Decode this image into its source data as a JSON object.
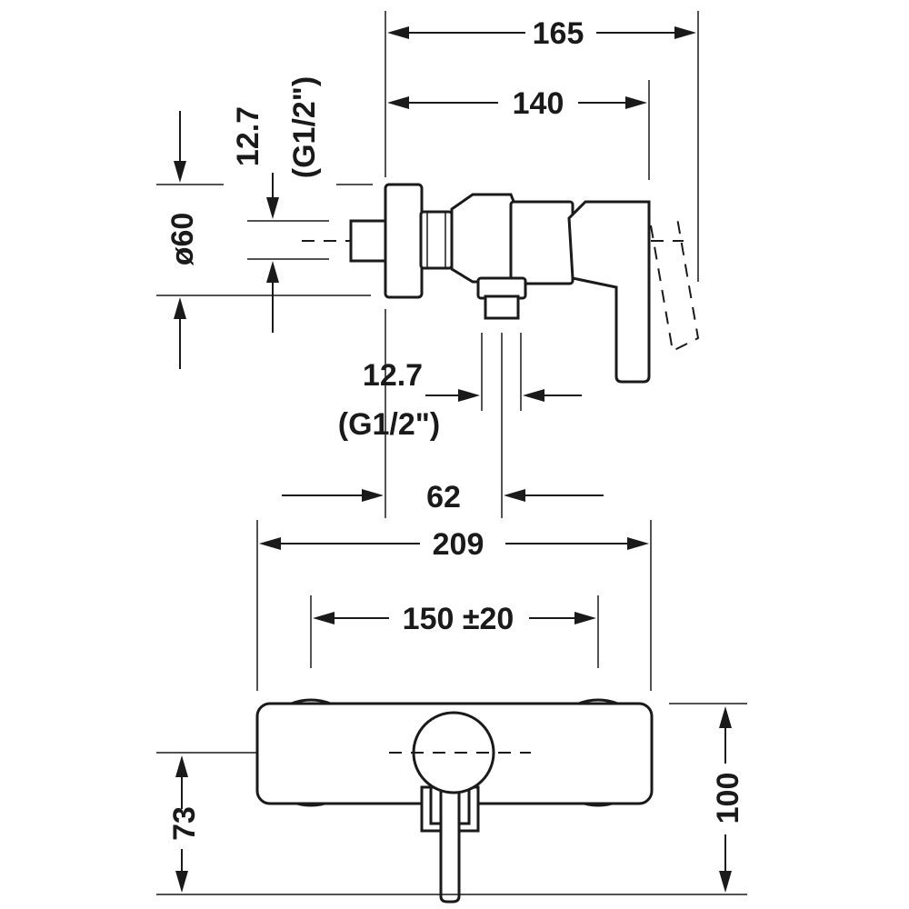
{
  "dimensions": {
    "overall_depth": "165",
    "depth_to_lever": "140",
    "outlet_upper": "12.7",
    "outlet_upper_thread": "(G1/2\")",
    "flange_diameter": "ø60",
    "outlet_lower": "12.7",
    "outlet_lower_thread": "(G1/2\")",
    "outlet_offset": "62",
    "overall_width": "209",
    "inlet_spacing": "150 ±20",
    "inlet_height": "73",
    "overall_height": "100"
  }
}
